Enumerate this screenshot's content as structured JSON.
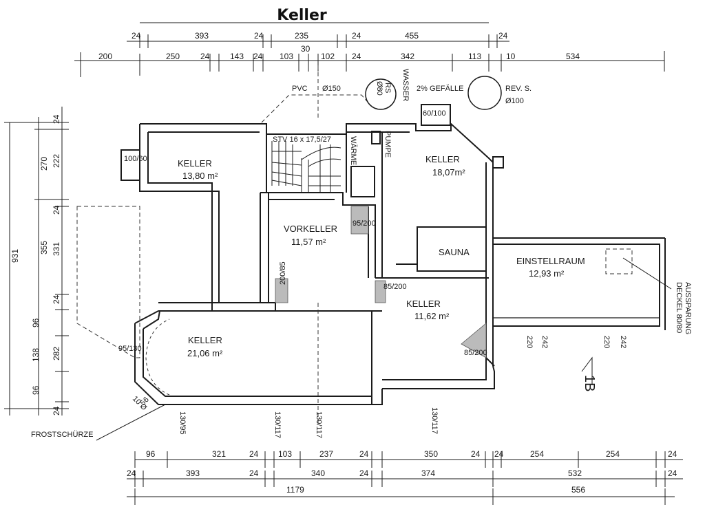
{
  "title": "Keller",
  "dims_top_row1": [
    "24",
    "393",
    "24",
    "235",
    "24",
    "455",
    "24"
  ],
  "dims_top_row2": [
    "200",
    "250",
    "24",
    "143",
    "24",
    "103",
    "30",
    "102",
    "24",
    "342",
    "113",
    "10",
    "534"
  ],
  "dims_left_outer": [
    "931"
  ],
  "dims_left_mid": [
    "270",
    "355"
  ],
  "dims_left_inner": [
    "24",
    "222",
    "24",
    "331",
    "24",
    "96",
    "138",
    "96",
    "24",
    "282"
  ],
  "dims_bottom_row1": [
    "96",
    "321",
    "24",
    "103",
    "237",
    "24",
    "350",
    "24",
    "24",
    "254",
    "254",
    "24"
  ],
  "dims_bottom_row2": [
    "24",
    "393",
    "24",
    "340",
    "24",
    "374",
    "532",
    "24"
  ],
  "dims_bottom_row3": [
    "1179",
    "556"
  ],
  "rooms": [
    {
      "name": "KELLER",
      "area": "13,80 m²"
    },
    {
      "name": "VORKELLER",
      "area": "11,57 m²"
    },
    {
      "name": "KELLER",
      "area": "18,07m²"
    },
    {
      "name": "SAUNA",
      "area": ""
    },
    {
      "name": "EINSTELLRAUM",
      "area": "12,93 m²"
    },
    {
      "name": "KELLER",
      "area": "11,62 m²"
    },
    {
      "name": "KELLER",
      "area": "21,06 m²"
    }
  ],
  "labels": {
    "pvc": "PVC",
    "phi150": "Ø150",
    "rs": "RS",
    "phi80": "Ø80",
    "wasser": "WASSER",
    "gefaelle": "2% GEFÄLLE",
    "rev": "REV. S.",
    "phi100": "Ø100",
    "stv": "STV 16 x 17,5/27",
    "waerme": "WÄRME",
    "pumpe": "PUMPE",
    "deckel": "DECKEL 80/80",
    "aussparung": "AUSSPARUNG",
    "frostschuerze": "FROSTSCHÜRZE",
    "section": "1B"
  },
  "openings": [
    "100/60",
    "60/100",
    "95/200",
    "200/85",
    "85/200",
    "95/130",
    "85/200",
    "130/117",
    "130/95",
    "130/117",
    "130/117",
    "56",
    "10 Ø",
    "220",
    "242",
    "220",
    "242"
  ]
}
